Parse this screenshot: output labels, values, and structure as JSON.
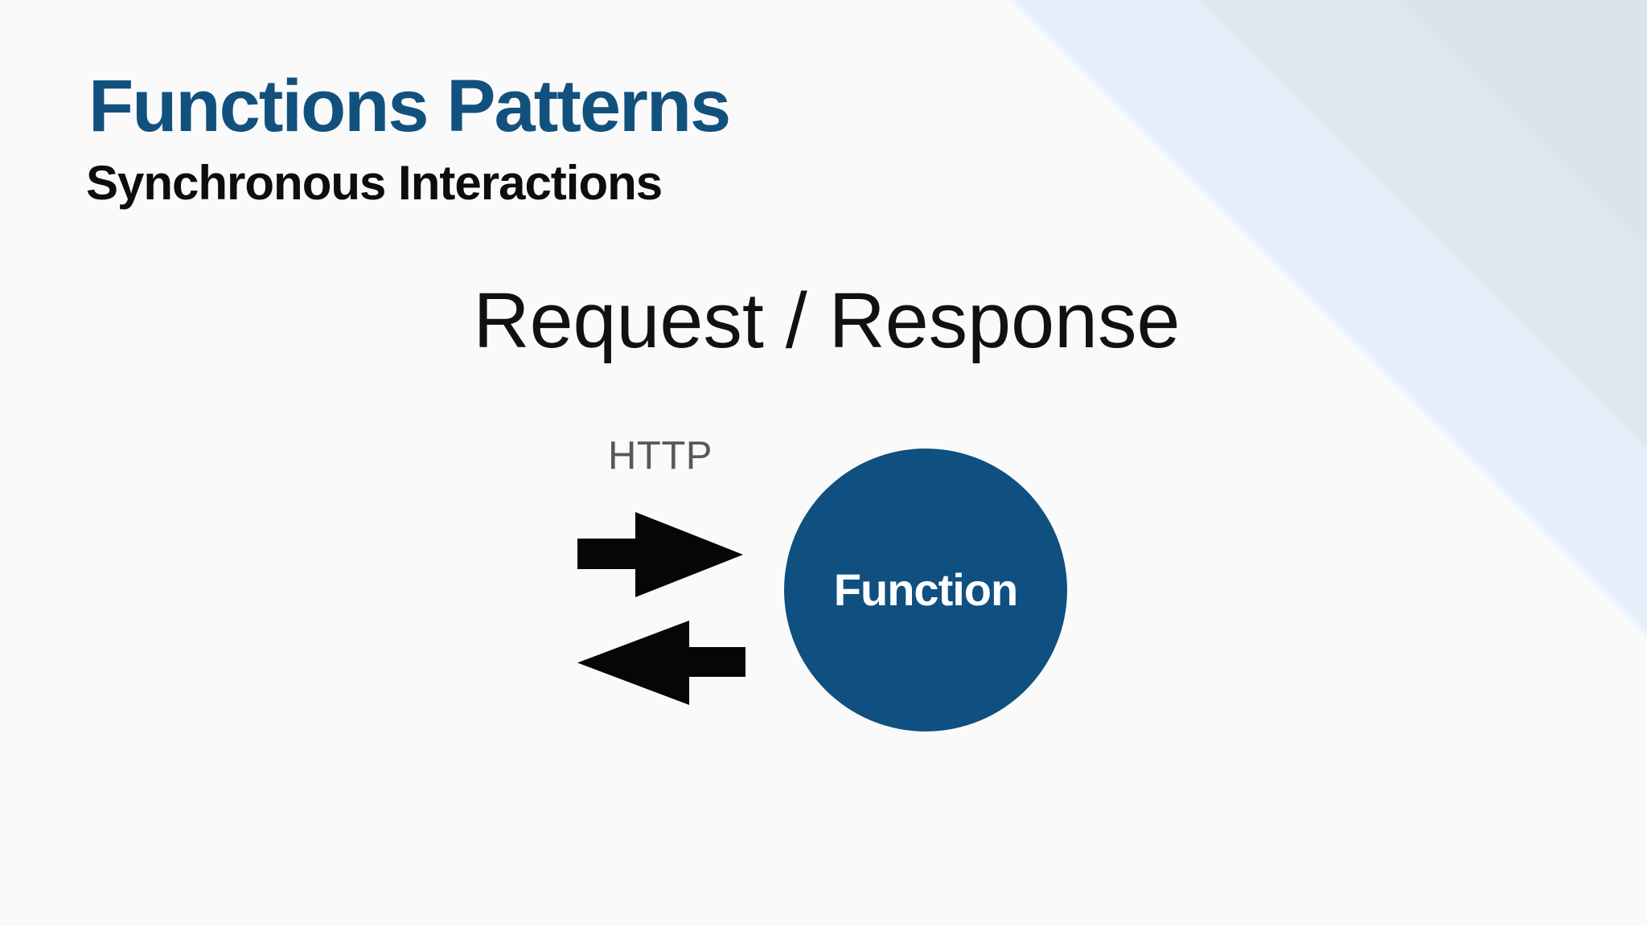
{
  "slide": {
    "title": "Functions Patterns",
    "subtitle": "Synchronous Interactions",
    "heading": "Request / Response",
    "diagram": {
      "protocol_label": "HTTP",
      "node_label": "Function",
      "request_arrow": "arrow-right",
      "response_arrow": "arrow-left"
    }
  },
  "colors": {
    "title_blue": "#12517e",
    "subtitle_black": "#0d0d0d",
    "heading_black": "#111111",
    "http_gray": "#58585b",
    "arrow_black": "#060606",
    "node_blue": "#0f5080",
    "node_text": "#ffffff",
    "bg_base": "#fbfafb",
    "band_light_blue": "#e4effa",
    "band_blue_gray": "#dfe8ef",
    "band_gray": "#dce4e9"
  }
}
